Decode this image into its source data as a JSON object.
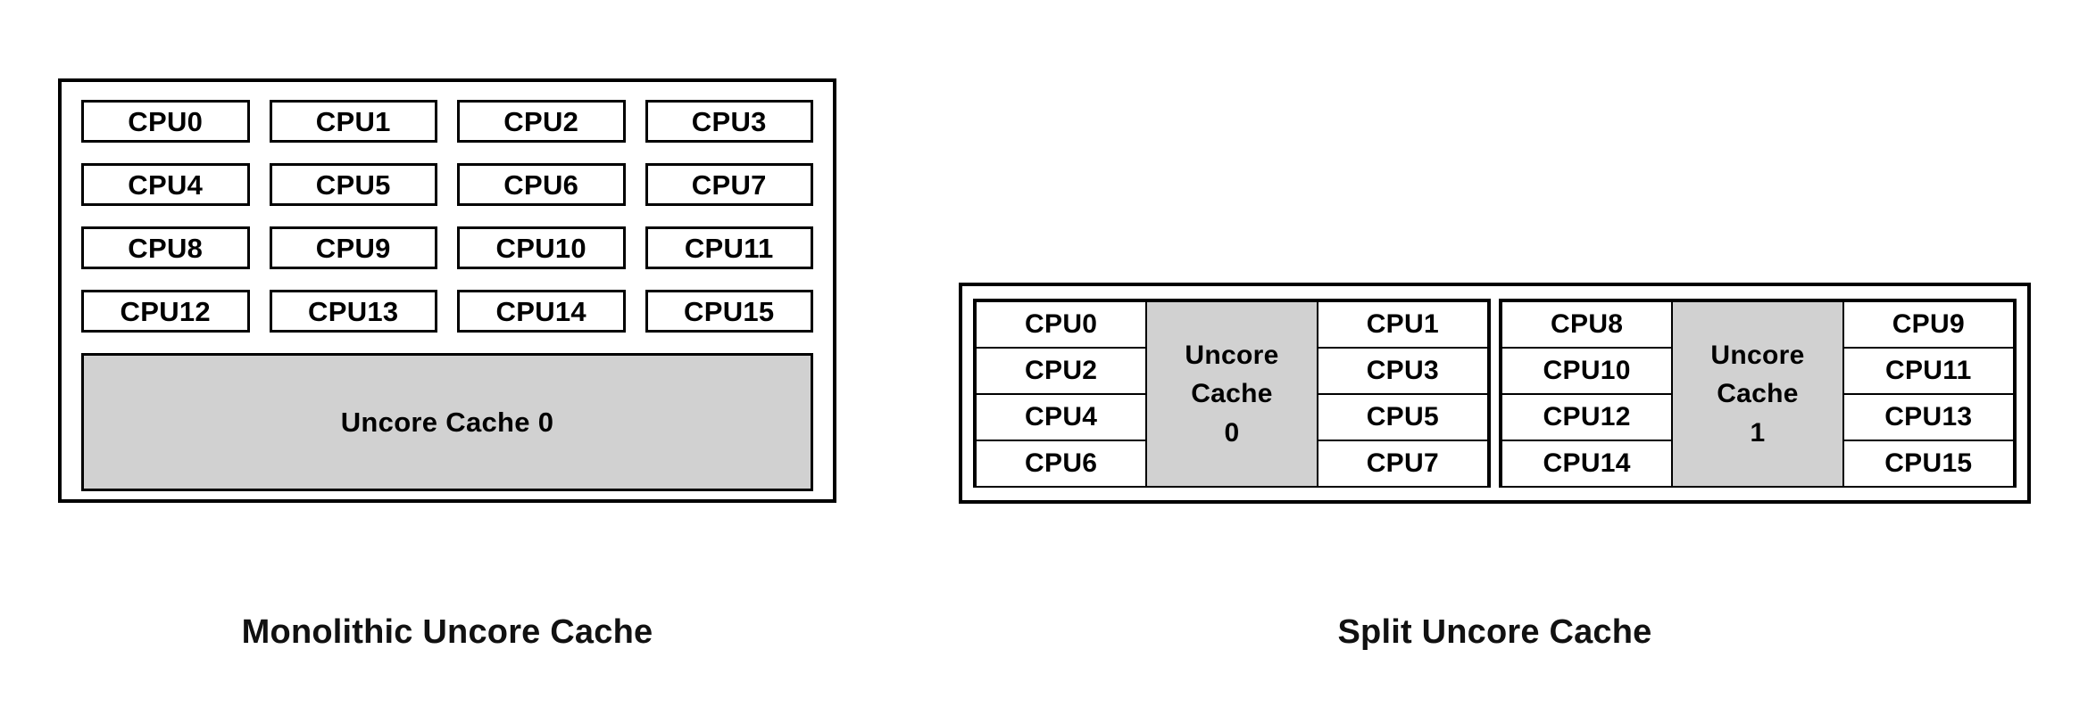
{
  "figure": {
    "background_color": "#ffffff",
    "border_color": "#000000",
    "cache_fill_color": "#d1d1d1",
    "cpu_fill_color": "#ffffff"
  },
  "panels": [
    {
      "id": "monolithic",
      "caption": "Monolithic Uncore Cache",
      "cpu_grid": {
        "rows": 4,
        "cols": 4,
        "labels": [
          "CPU0",
          "CPU1",
          "CPU2",
          "CPU3",
          "CPU4",
          "CPU5",
          "CPU6",
          "CPU7",
          "CPU8",
          "CPU9",
          "CPU10",
          "CPU11",
          "CPU12",
          "CPU13",
          "CPU14",
          "CPU15"
        ]
      },
      "cache": {
        "label": "Uncore Cache 0"
      }
    },
    {
      "id": "split",
      "caption": "Split Uncore Cache",
      "groups": [
        {
          "id": "group-0",
          "left_cpus": [
            "CPU0",
            "CPU2",
            "CPU4",
            "CPU6"
          ],
          "right_cpus": [
            "CPU1",
            "CPU3",
            "CPU5",
            "CPU7"
          ],
          "cache": {
            "lines": [
              "Uncore",
              "Cache",
              "0"
            ],
            "label": "Uncore Cache 0"
          }
        },
        {
          "id": "group-1",
          "left_cpus": [
            "CPU8",
            "CPU10",
            "CPU12",
            "CPU14"
          ],
          "right_cpus": [
            "CPU9",
            "CPU11",
            "CPU13",
            "CPU15"
          ],
          "cache": {
            "lines": [
              "Uncore",
              "Cache",
              "1"
            ],
            "label": "Uncore Cache 1"
          }
        }
      ]
    }
  ]
}
